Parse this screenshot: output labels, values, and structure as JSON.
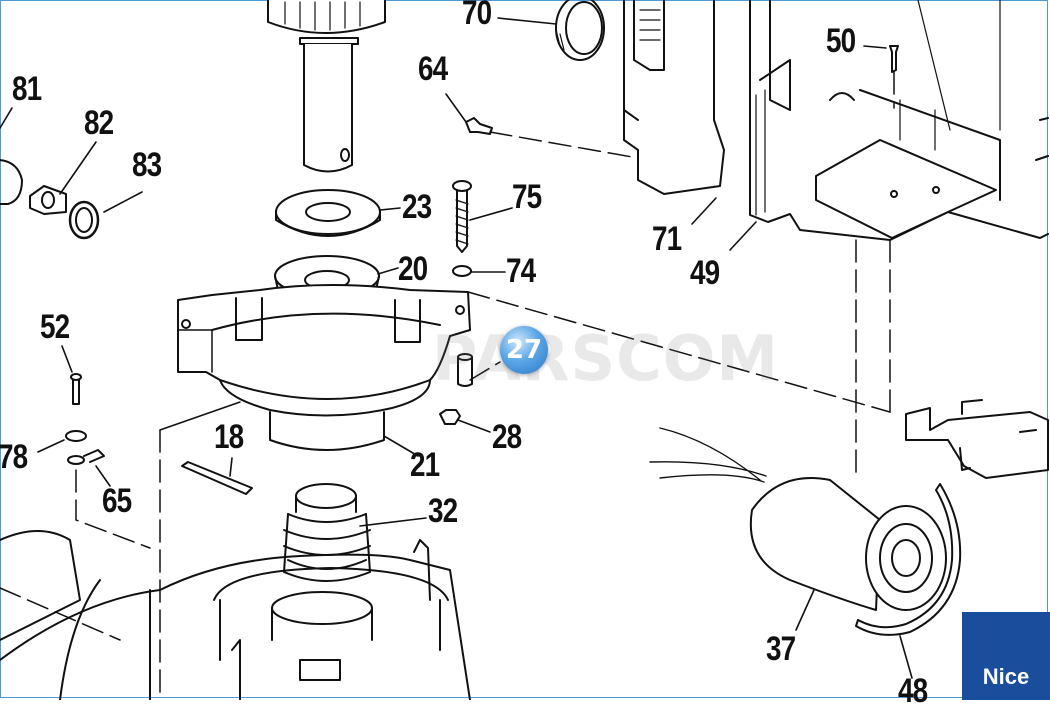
{
  "watermark": "PARSCOM",
  "hotspot": {
    "label": "27"
  },
  "brand": {
    "logo_text": "Nice",
    "color": "#1a4d9b"
  },
  "accent_color": "#4a9bd6",
  "part_labels": [
    {
      "id": "70",
      "text": "70"
    },
    {
      "id": "50",
      "text": "50"
    },
    {
      "id": "64",
      "text": "64"
    },
    {
      "id": "81",
      "text": "81"
    },
    {
      "id": "82",
      "text": "82"
    },
    {
      "id": "83",
      "text": "83"
    },
    {
      "id": "23",
      "text": "23"
    },
    {
      "id": "75",
      "text": "75"
    },
    {
      "id": "71",
      "text": "71"
    },
    {
      "id": "49",
      "text": "49"
    },
    {
      "id": "20",
      "text": "20"
    },
    {
      "id": "74",
      "text": "74"
    },
    {
      "id": "52",
      "text": "52"
    },
    {
      "id": "28",
      "text": "28"
    },
    {
      "id": "18",
      "text": "18"
    },
    {
      "id": "21",
      "text": "21"
    },
    {
      "id": "78",
      "text": "78"
    },
    {
      "id": "65",
      "text": "65"
    },
    {
      "id": "32",
      "text": "32"
    },
    {
      "id": "37",
      "text": "37"
    },
    {
      "id": "48",
      "text": "48"
    }
  ]
}
